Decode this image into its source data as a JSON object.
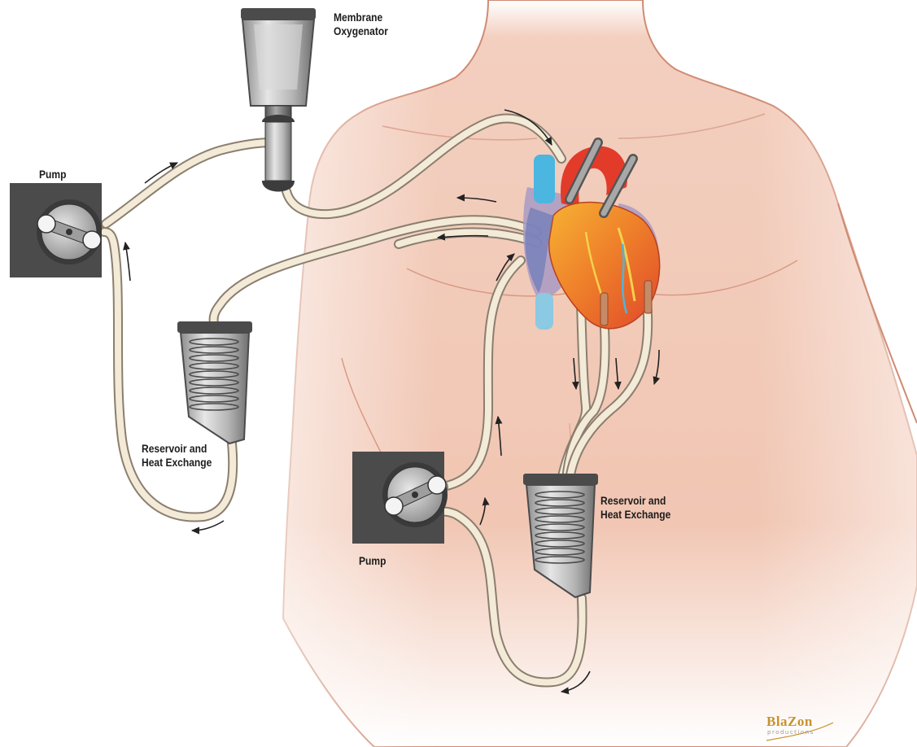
{
  "labels": {
    "oxygenator": [
      "Membrane",
      "Oxygenator"
    ],
    "pump_top": "Pump",
    "pump_bottom": "Pump",
    "reservoir_left": [
      "Reservoir and",
      "Heat Exchange"
    ],
    "reservoir_right": [
      "Reservoir and",
      "Heat Exchange"
    ]
  },
  "watermark": {
    "logo_text": "BlaZon",
    "logo_sub": "productions"
  },
  "colors": {
    "skin": "#f1c6b3",
    "skin_outline": "#cf8b73",
    "tube": "#f3ead7",
    "tube_outline": "#8b7e6e",
    "device_dark": "#4b4b4b",
    "device_light": "#c9c9c9",
    "heart_red": "#e23b2a",
    "heart_orange": "#f39b2b",
    "vein_blue": "#4bb6e0",
    "lung_lavender": "#a99ac3"
  }
}
